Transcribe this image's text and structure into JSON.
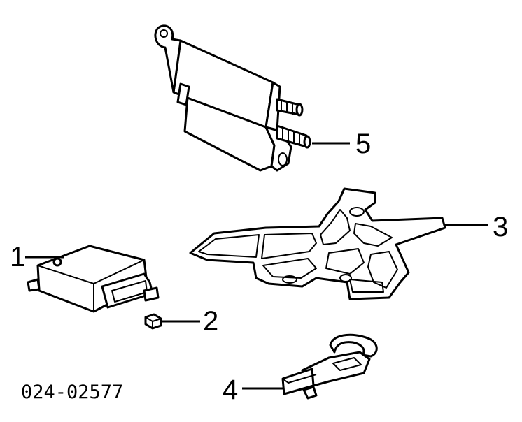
{
  "diagram": {
    "reference_code": "024-02577",
    "parts": [
      {
        "id": "part-1",
        "callout": "1",
        "icon": "airbag-control-module-icon"
      },
      {
        "id": "part-2",
        "callout": "2",
        "icon": "nut-icon"
      },
      {
        "id": "part-3",
        "callout": "3",
        "icon": "seat-bracket-frame-icon"
      },
      {
        "id": "part-4",
        "callout": "4",
        "icon": "sensor-connector-icon"
      },
      {
        "id": "part-5",
        "callout": "5",
        "icon": "airbag-module-icon"
      }
    ]
  }
}
